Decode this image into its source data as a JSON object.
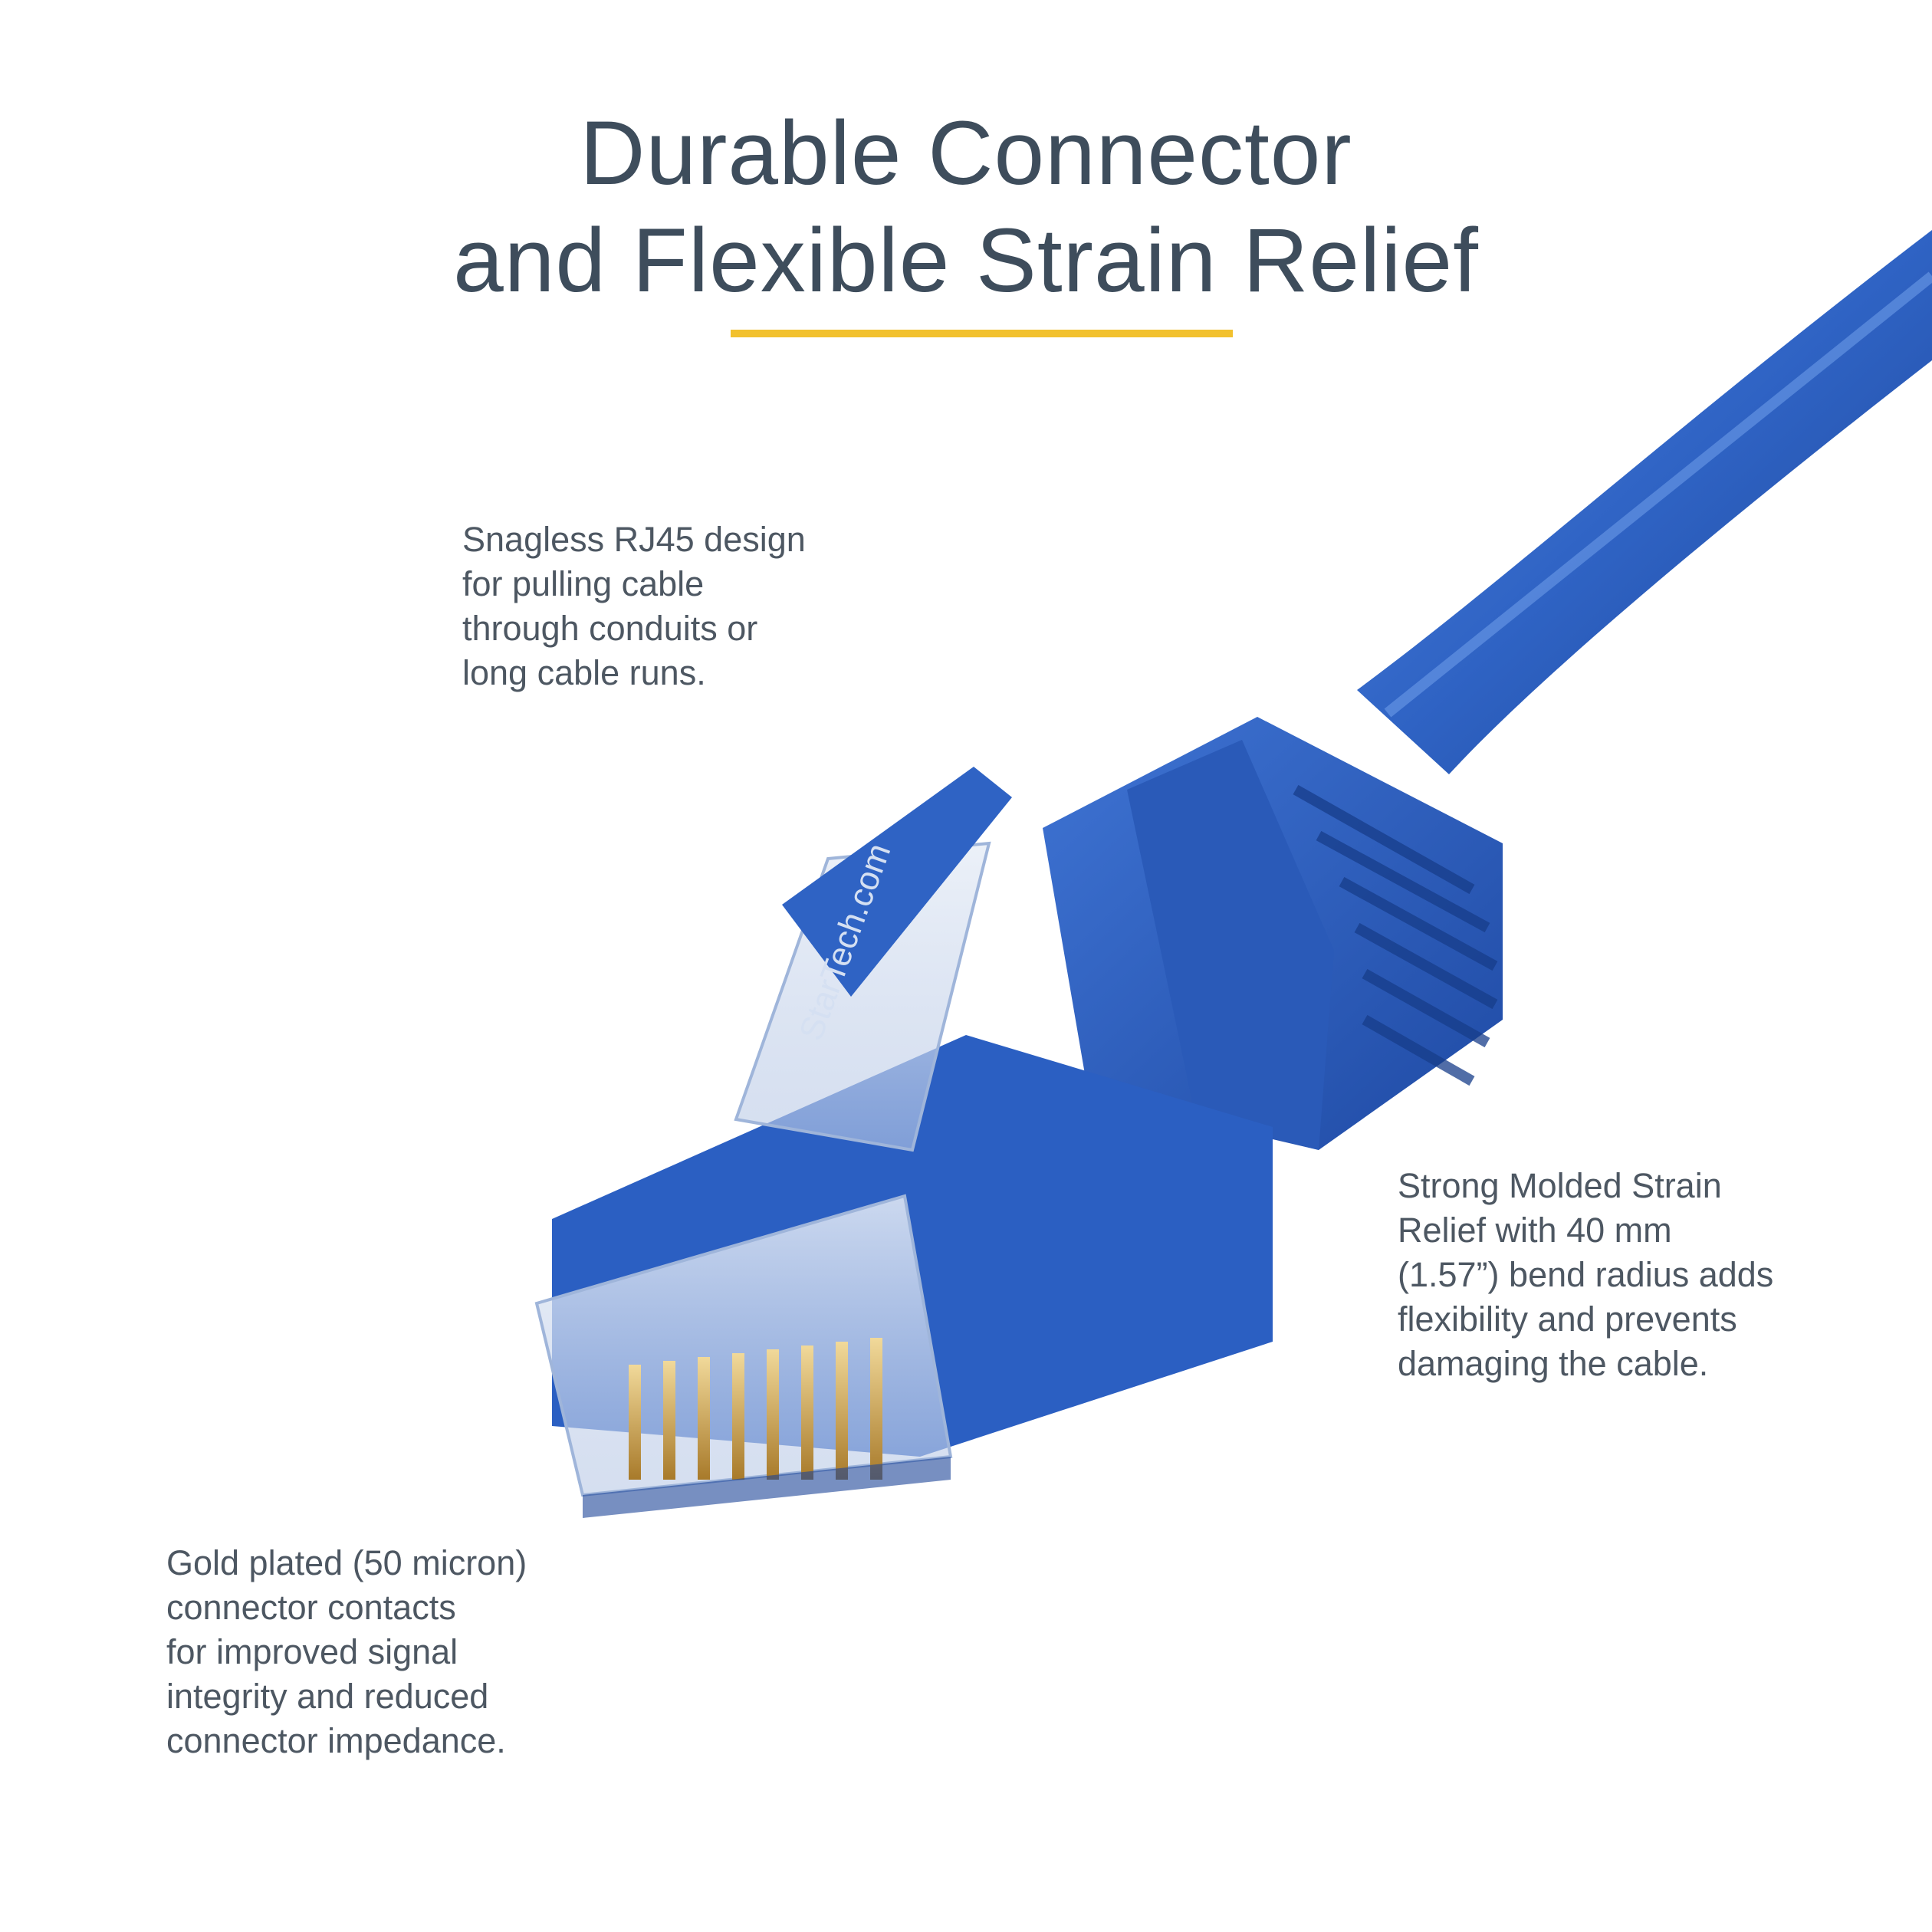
{
  "heading": {
    "line1": "Durable Connector",
    "line2": "and Flexible Strain Relief"
  },
  "callouts": {
    "snagless": "Snagless RJ45 design\nfor pulling cable\nthrough conduits or\nlong cable runs.",
    "strain_relief": "Strong Molded Strain\nRelief with 40 mm\n(1.57”) bend radius adds\nflexibility and prevents\ndamaging the cable.",
    "gold_contacts": "Gold plated (50 micron)\nconnector contacts\nfor improved signal\nintegrity and reduced\nconnector impedance."
  },
  "connector_brand_text": "StarTech.com",
  "colors": {
    "title": "#3e4d5c",
    "body_text": "#4d5762",
    "accent": "#f2c12e",
    "cable_blue": "#2f63c4",
    "background": "#ffffff"
  }
}
